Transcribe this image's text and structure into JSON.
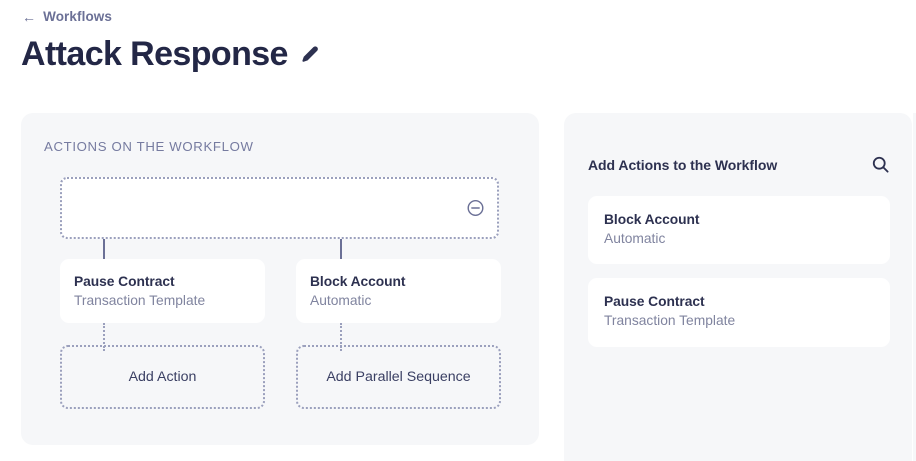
{
  "header": {
    "breadcrumb_label": "Workflows",
    "breadcrumb_icon": "arrow-left-icon",
    "title": "Attack Response",
    "edit_icon": "pencil-icon"
  },
  "canvas": {
    "section_label": "ACTIONS ON THE WORKFLOW",
    "root_node": {
      "label": "",
      "remove_icon": "minus-circle-icon"
    },
    "nodes": [
      {
        "title": "Pause Contract",
        "subtitle": "Transaction Template"
      },
      {
        "title": "Block Account",
        "subtitle": "Automatic"
      }
    ],
    "add_buttons": [
      {
        "label": "Add Action"
      },
      {
        "label": "Add Parallel Sequence"
      }
    ]
  },
  "library": {
    "title": "Add Actions to the Workflow",
    "search_icon": "search-icon",
    "items": [
      {
        "title": "Block Account",
        "subtitle": "Automatic"
      },
      {
        "title": "Pause Contract",
        "subtitle": "Transaction Template"
      }
    ]
  },
  "colors": {
    "page_background": "#ffffff",
    "panel_background": "#f6f7f9",
    "card_background": "#ffffff",
    "text_primary": "#2d3150",
    "text_muted": "#80849f",
    "border_dotted": "#9ba0bd",
    "connector": "#6b7096",
    "title": "#232746"
  }
}
